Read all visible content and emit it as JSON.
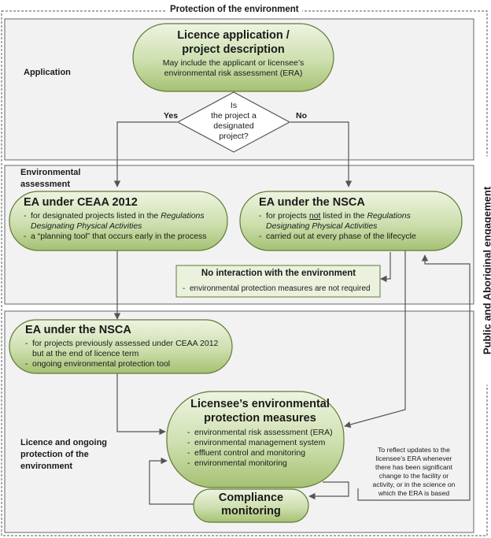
{
  "header": {
    "title": "Protection of the environment"
  },
  "side_label": "Public and Aboriginal engagement",
  "sections": {
    "application": "Application",
    "environmental_assessment": [
      "Environmental",
      "assessment"
    ],
    "licence": [
      "Licence and ongoing",
      "protection of the",
      "environment"
    ]
  },
  "licence_application": {
    "title_line1": "Licence application /",
    "title_line2": "project description",
    "desc_line1": "May include the applicant or licensee’s",
    "desc_line2": "environmental risk assessment (ERA)"
  },
  "decision": {
    "lines": [
      "Is",
      "the project a",
      "designated",
      "project?"
    ],
    "yes": "Yes",
    "no": "No"
  },
  "ea_ceaa": {
    "title": "EA under CEAA 2012",
    "b1_pre": "for designated projects listed in the",
    "b1_italic_a": "Regulations",
    "b1_italic_b": "Designating Physical Activities",
    "b2": "a “planning tool” that occurs early in the process"
  },
  "ea_nsca_top": {
    "title": "EA under the NSCA",
    "b1_pre": "for projects",
    "b1_not": "not",
    "b1_mid": "listed in the",
    "b1_italic_a": "Regulations",
    "b1_italic_b": "Designating Physical Activities",
    "b2": "carried out at every phase of the lifecycle"
  },
  "no_interaction": {
    "title": "No interaction with the environment",
    "bullet": "environmental protection measures are not required"
  },
  "ea_nsca_bottom": {
    "title": "EA under the NSCA",
    "b1a": "for projects previously assessed under CEAA 2012",
    "b1b": "but at the end of licence term",
    "b2": "ongoing environmental protection tool"
  },
  "protection_measures": {
    "title_line1": "Licensee’s environmental",
    "title_line2": "protection measures",
    "items": [
      "environmental risk assessment (ERA)",
      "environmental management system",
      "effluent control and monitoring",
      "environmental monitoring"
    ]
  },
  "compliance": {
    "title_line1": "Compliance",
    "title_line2": "monitoring"
  },
  "note": {
    "lines": [
      "To reflect updates to the",
      "licensee’s ERA whenever",
      "there has been significant",
      "change to the facility or",
      "activity, or in the science on",
      "which the ERA is based"
    ]
  },
  "colors": {
    "node_fill_light": "#e6efd4",
    "node_fill_dark": "#a9c47a",
    "node_stroke": "#5f7a35",
    "note_fill": "#eaf1dd",
    "section_fill": "#f2f2f2",
    "arrow": "#555555"
  }
}
